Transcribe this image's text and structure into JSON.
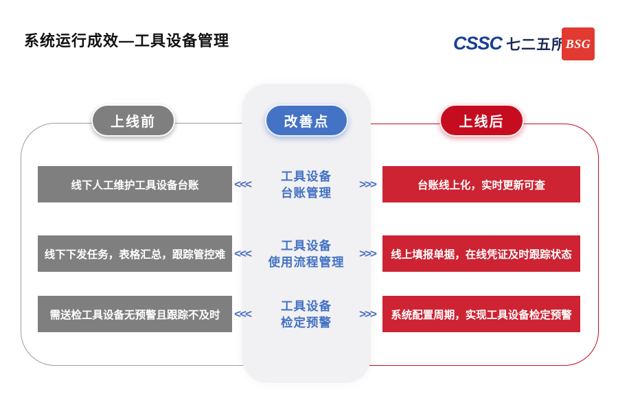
{
  "page": {
    "title": "系统运行成效—工具设备管理"
  },
  "logos": {
    "cssc_mark": "CSSC",
    "cssc_cn": "七二五所",
    "bsg": "BSG"
  },
  "columns": {
    "before_label": "上线前",
    "improvement_label": "改善点",
    "after_label": "上线后"
  },
  "rows": [
    {
      "before": "线下人工维护工具设备台账",
      "improvement_line1": "工具设备",
      "improvement_line2": "台账管理",
      "after": "台账线上化，实时更新可查"
    },
    {
      "before": "线下下发任务，表格汇总，跟踪管控难",
      "improvement_line1": "工具设备",
      "improvement_line2": "使用流程管理",
      "after": "线上填报单据，在线凭证及时跟踪状态"
    },
    {
      "before": "需送检工具设备无预警且跟踪不及时",
      "improvement_line1": "工具设备",
      "improvement_line2": "检定预警",
      "after": "系统配置周期，实现工具设备检定预警"
    }
  ],
  "glyphs": {
    "left_arrows": "<<<",
    "right_arrows": ">>>"
  },
  "colors": {
    "gray_box": "#7F7F7F",
    "gray_border": "#9C9CA0",
    "red_box": "#CD2332",
    "red_accent": "#C30D23",
    "blue_accent": "#4472C4",
    "panel_bg": "#F1F1F3",
    "cssc_blue": "#173F94",
    "bsg_red": "#E23A30",
    "title_color": "#111111"
  }
}
